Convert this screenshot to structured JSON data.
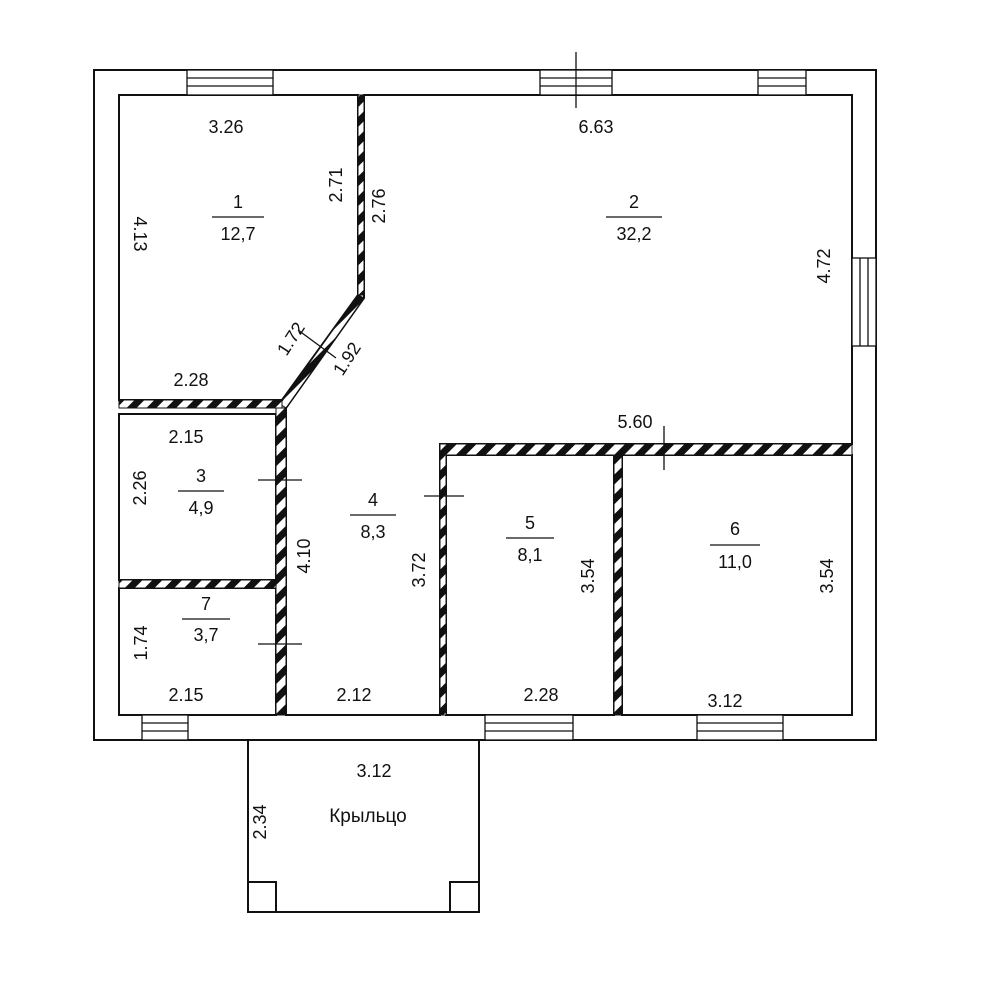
{
  "rooms": [
    {
      "number": "1",
      "area": "12,7"
    },
    {
      "number": "2",
      "area": "32,2"
    },
    {
      "number": "3",
      "area": "4,9"
    },
    {
      "number": "4",
      "area": "8,3"
    },
    {
      "number": "5",
      "area": "8,1"
    },
    {
      "number": "6",
      "area": "11,0"
    },
    {
      "number": "7",
      "area": "3,7"
    }
  ],
  "porch": {
    "label": "Крыльцо",
    "width": "3.12",
    "depth": "2.34"
  },
  "dimensions": {
    "r1_top": "3.26",
    "r1_left": "4.13",
    "r1_right_a": "2.71",
    "r1_right_b": "2.76",
    "r1_bottom": "2.28",
    "diag_a": "1.72",
    "diag_b": "1.92",
    "r2_top": "6.63",
    "r2_right": "4.72",
    "r2_bottom": "5.60",
    "r3_top": "2.15",
    "r3_left": "2.26",
    "r4_right_of_r3": "4.10",
    "r4_left_of_r5": "3.72",
    "r4_bottom": "2.12",
    "r5_right": "3.54",
    "r5_bottom": "2.28",
    "r6_right": "3.54",
    "r6_bottom": "3.12",
    "r7_left": "1.74",
    "r7_bottom": "2.15"
  }
}
